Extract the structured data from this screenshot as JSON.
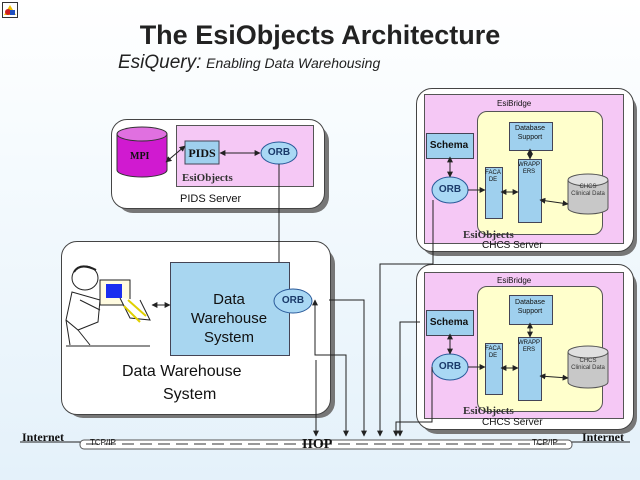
{
  "header": {
    "title": "The EsiObjects Architecture",
    "subtitle_part1": "EsiQuery:",
    "subtitle_part2": "Enabling Data Warehousing"
  },
  "pids_server": {
    "label": "PIDS Server",
    "mpi": "MPI",
    "pids": "PIDS",
    "orb": "ORB",
    "esiobjects": "EsiObjects"
  },
  "dw_system": {
    "label_line1": "Data Warehouse",
    "label_line2": "System",
    "box_line1": "Data",
    "box_line2": "Warehouse",
    "box_line3": "System",
    "orb": "ORB"
  },
  "chcs_servers": [
    {
      "label": "CHCS Server",
      "esibridge": "EsiBridge",
      "schema": "Schema",
      "db_support": "Database Support",
      "facade": "FACADE",
      "wrappers": "WRAPPERS",
      "orb": "ORB",
      "esiobjects": "EsiObjects",
      "clinical_data": "CHCS Clinical Data"
    },
    {
      "label": "CHCS Server",
      "esibridge": "EsiBridge",
      "schema": "Schema",
      "db_support": "Database Support",
      "facade": "FACADE",
      "wrappers": "WRAPPERS",
      "orb": "ORB",
      "esiobjects": "EsiObjects",
      "clinical_data": "CHCS Clinical Data"
    }
  ],
  "network": {
    "internet_left": "Internet",
    "internet_right": "Internet",
    "tcpip_left": "TCP/IP",
    "tcpip_right": "TCP/IP",
    "iiop": "IIOP"
  },
  "colors": {
    "orb_fill": "#a9d8f4",
    "pink": "#f5c8f5",
    "bridge_yellow": "#ffffcc",
    "blue_box": "#9fd0ee",
    "dw_blue": "#a8d6f0"
  }
}
